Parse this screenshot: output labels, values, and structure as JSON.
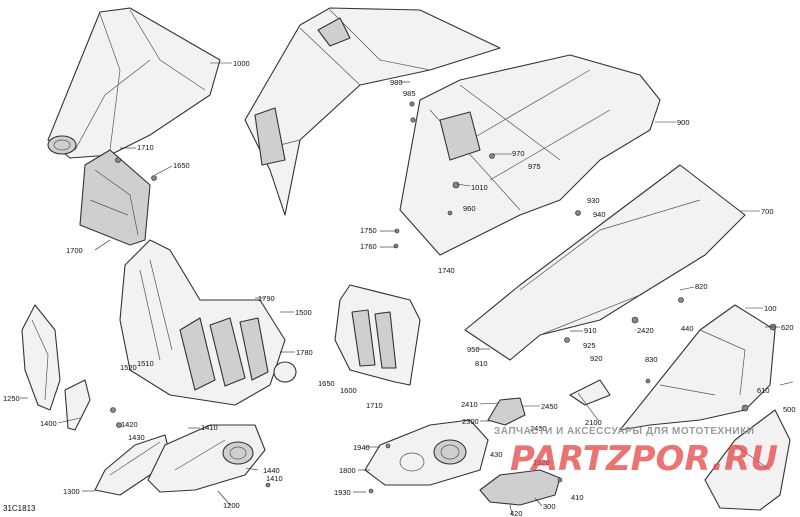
{
  "diagram": {
    "reference_code": "31C1813",
    "watermark_line1": "ЗАПЧАСТИ И АКСЕССУАРЫ ДЛЯ МОТОТЕХНИКИ",
    "watermark_line2": "PARTZPOR.RU",
    "callouts": [
      "1000",
      "980",
      "985",
      "900",
      "1710",
      "1650",
      "970",
      "975",
      "1010",
      "960",
      "930",
      "940",
      "700",
      "1750",
      "1760",
      "1740",
      "1700",
      "820",
      "1790",
      "1500",
      "100",
      "620",
      "910",
      "2420",
      "440",
      "950",
      "925",
      "810",
      "920",
      "830",
      "1780",
      "1250",
      "1520",
      "1510",
      "1650",
      "1600",
      "1710",
      "2410",
      "2450",
      "2100",
      "610",
      "500",
      "1420",
      "1430",
      "1410",
      "1400",
      "2300",
      "2430",
      "1940",
      "430",
      "1920",
      "1800",
      "1440",
      "1410",
      "1300",
      "1200",
      "1930",
      "300",
      "410",
      "420"
    ]
  }
}
